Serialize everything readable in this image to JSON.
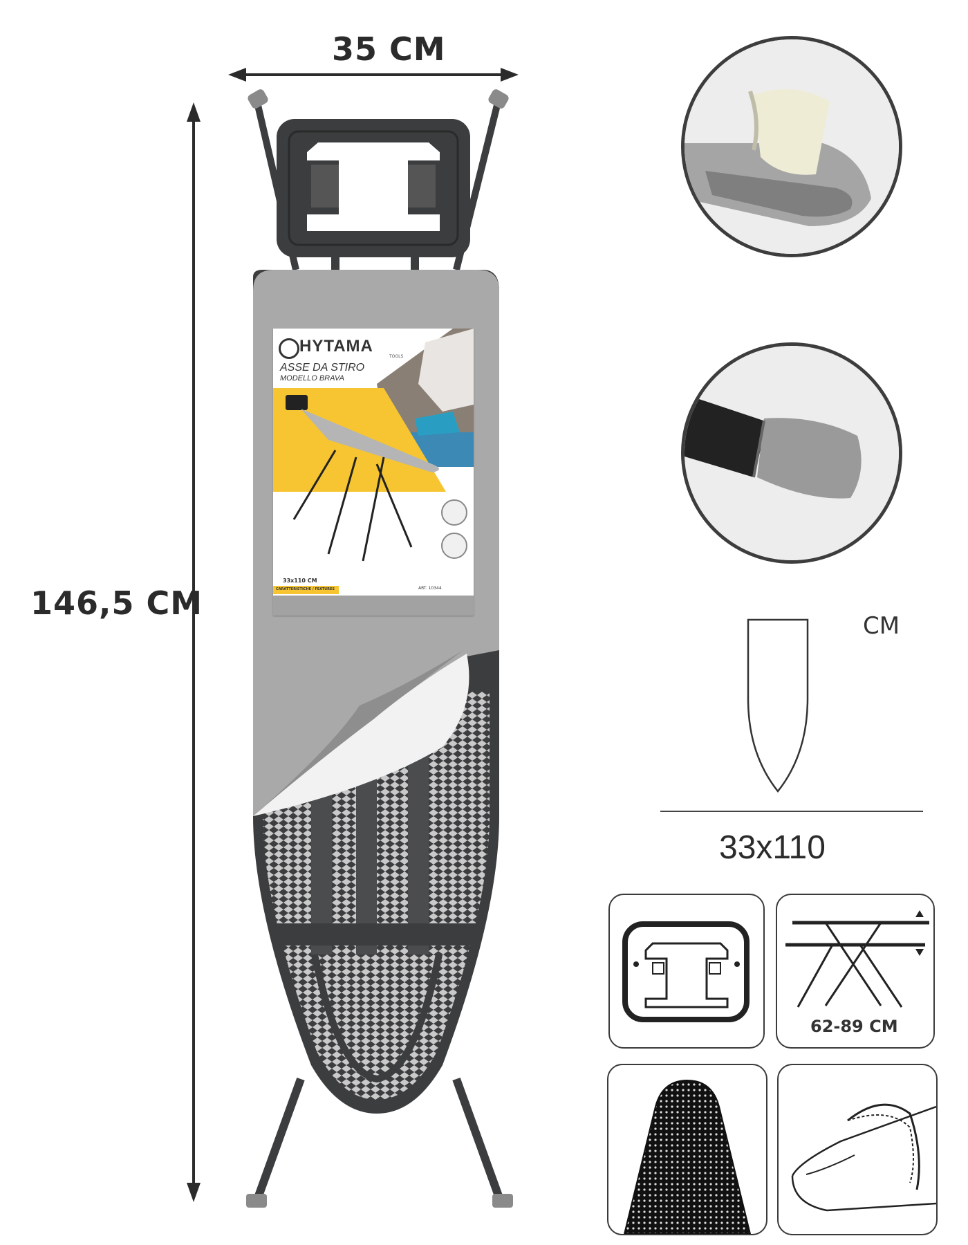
{
  "dimensions": {
    "width_label": "35 CM",
    "height_label": "146,5 CM",
    "unit_label": "CM",
    "size_label": "33x110",
    "height_range_label": "62-89 CM"
  },
  "package": {
    "brand": "HYTAMA",
    "brand_sub": "TOOLS",
    "title": "ASSE DA STIRO",
    "subtitle": "MODELLO BRAVA",
    "size": "33x110 CM",
    "features_banner": "CARATTERISTICHE / FEATURES",
    "article": "ART. 10344"
  },
  "colors": {
    "accent_yellow": "#f6c531",
    "board_cover": "#a9a9a9",
    "frame_dark": "#3b3d3f",
    "outline": "#3a3a3a"
  },
  "icons": [
    "iron-rest-icon",
    "height-adjust-icon",
    "mesh-board-icon",
    "elastic-cover-icon",
    "cover-detail-zoom",
    "leg-tip-zoom"
  ]
}
